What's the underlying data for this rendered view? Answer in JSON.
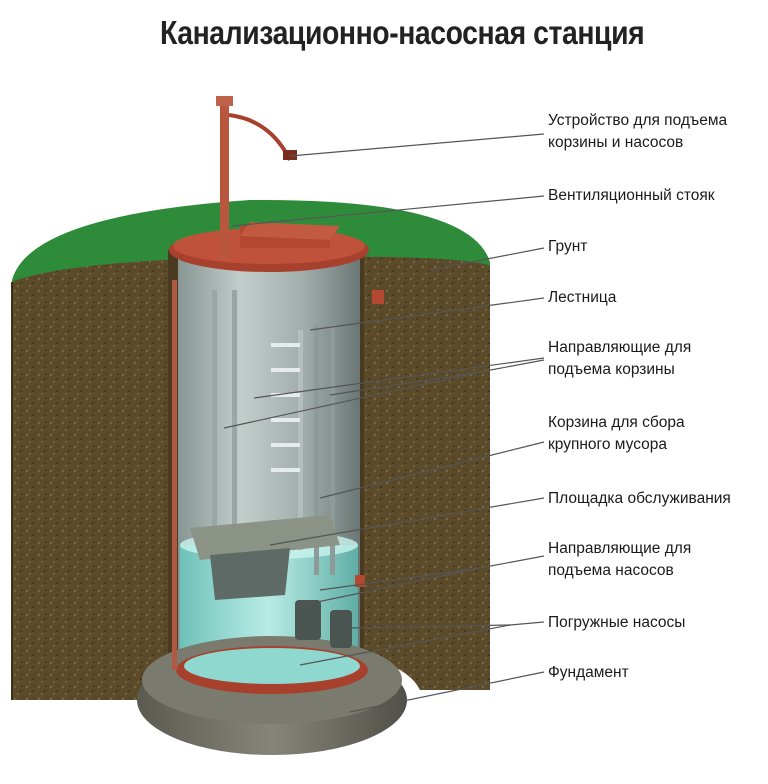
{
  "title": "Канализационно-насосная станция",
  "labels": [
    {
      "key": "lift",
      "line1": "Устройство для подъема",
      "line2": "корзины и насосов"
    },
    {
      "key": "vent",
      "line1": "Вентиляционный стояк",
      "line2": ""
    },
    {
      "key": "soil",
      "line1": "Грунт",
      "line2": ""
    },
    {
      "key": "ladder",
      "line1": "Лестница",
      "line2": ""
    },
    {
      "key": "basket-guides",
      "line1": "Направляющие для",
      "line2": "подъема корзины"
    },
    {
      "key": "basket",
      "line1": "Корзина для сбора",
      "line2": "крупного мусора"
    },
    {
      "key": "platform",
      "line1": "Площадка обслуживания",
      "line2": ""
    },
    {
      "key": "pump-guides",
      "line1": "Направляющие для",
      "line2": "подъема насосов"
    },
    {
      "key": "pumps",
      "line1": "Погружные насосы",
      "line2": ""
    },
    {
      "key": "foundation",
      "line1": "Фундамент",
      "line2": ""
    }
  ],
  "colors": {
    "grass": "#2e8b3a",
    "soil": "#5a4a2a",
    "flange": "#a8402e",
    "concrete": "#6e6e62",
    "water": "#8fd8d0"
  }
}
